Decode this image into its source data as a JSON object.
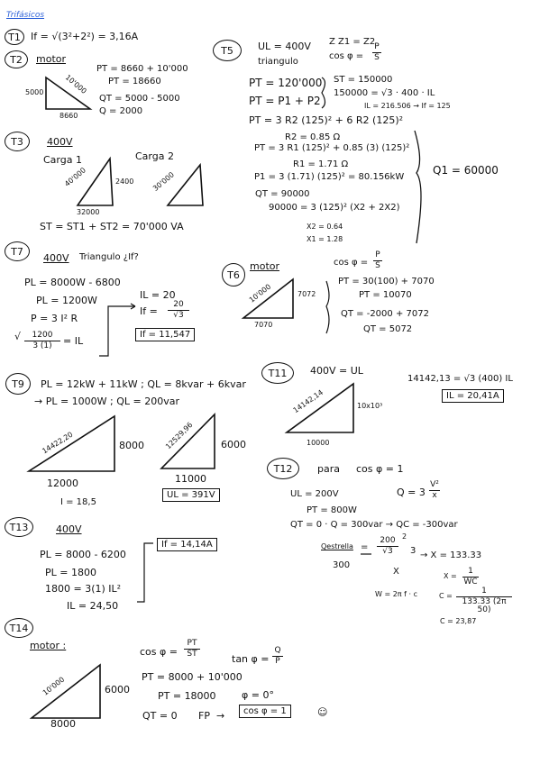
{
  "title": "Trifásicos",
  "t1": {
    "label": "T1",
    "eq": "If = √(3²+2²) = 3,16A"
  },
  "t2": {
    "label": "T2",
    "word": "motor",
    "side_left": "5000",
    "side_hyp": "10'000",
    "side_bottom": "8660",
    "l1": "PT = 8660 + 10'000",
    "l2": "PT = 18660",
    "l3": "QT = 5000 - 5000",
    "l4": "Q = 2000"
  },
  "t3": {
    "label": "T3",
    "volt": "400V",
    "carga1": "Carga 1",
    "carga2": "Carga 2",
    "c1_hyp": "40'000",
    "c1_right": "2400",
    "c1_bottom": "32000",
    "c2_hyp": "30'000",
    "sum": "ST = ST1 + ST2 = 70'000 VA"
  },
  "t7": {
    "label": "T7",
    "volt": "400V",
    "question": "Triangulo ¿If?",
    "l1": "PL = 8000W - 6800",
    "l2": "PL = 1200W",
    "l3": "P = 3 I² R",
    "sqrt_num": "1200",
    "sqrt_den": "3 (1)",
    "sqrt_rhs": "= IL",
    "r1": "IL = 20",
    "r2_lhs": "If =",
    "r2_num": "20",
    "r2_den": "√3",
    "result": "If = 11,547"
  },
  "t9": {
    "label": "T9",
    "l1": "PL = 12kW + 11kW ; QL = 8kvar + 6kvar",
    "l2": "→ PL = 1000W ; QL = 200var",
    "tri1_hyp": "14422,20",
    "tri1_right": "8000",
    "tri1_bottom": "12000",
    "tri1_note": "I = 18,5",
    "tri2_hyp": "12529,96",
    "tri2_right": "6000",
    "tri2_bottom": "11000",
    "result": "UL = 391V"
  },
  "t13": {
    "label": "T13",
    "volt": "400V",
    "l1": "PL = 8000 - 6200",
    "l2": "PL = 1800",
    "l3": "1800 = 3(1) IL²",
    "l4": "IL = 24,50",
    "result": "If = 14,14A"
  },
  "t14": {
    "label": "T14",
    "word": "motor :",
    "tri_hyp": "10'000",
    "tri_right": "6000",
    "tri_bottom": "8000",
    "cos_lhs": "cos φ =",
    "cos_num": "PT",
    "cos_den": "ST",
    "tan_lhs": "tan φ =",
    "tan_num": "Q",
    "tan_den": "P",
    "l1": "PT = 8000 + 10'000",
    "l2": "PT = 18000",
    "phi": "φ = 0°",
    "qt": "QT = 0",
    "fp": "FP",
    "result": "cos φ = 1",
    "smile": "☺"
  },
  "t5": {
    "label": "T5",
    "ul": "UL = 400V",
    "tri": "triangulo",
    "z": "Z Z1 = Z2",
    "cos_lhs": "cos φ =",
    "cos_num": "P",
    "cos_den": "S",
    "l1": "PT = 120'000",
    "l2": "PT = P1 + P2",
    "l3": "PT = 3 R2 (125)² + 6 R2 (125)²",
    "l4": "R2 = 0.85 Ω",
    "r1": "ST = 150000",
    "r2": "150000 = √3 · 400 · IL",
    "r3": "IL = 216.506 → If = 125",
    "l5": "PT = 3 R1 (125)² + 0.85 (3) (125)²",
    "l6": "R1 = 1.71 Ω",
    "l7": "P1 = 3 (1.71) (125)² = 80.156kW",
    "l8": "QT = 90000",
    "l9": "90000 = 3 (125)² (X2 + 2X2)",
    "l10": "X2 = 0.64",
    "l11": "X1 = 1.28",
    "q1": "Q1 = 60000"
  },
  "t6": {
    "label": "T6",
    "word": "motor",
    "tri_hyp": "10'000",
    "tri_right": "7072",
    "tri_bottom": "7070",
    "cos_lhs": "cos φ =",
    "cos_num": "P",
    "cos_den": "S",
    "l1": "PT = 30(100) + 7070",
    "l2": "PT = 10070",
    "l3": "QT = -2000 + 7072",
    "l4": "QT = 5072"
  },
  "t11": {
    "label": "T11",
    "eq": "400V = UL",
    "rhs": "14142,13 = √3 (400) IL",
    "tri_hyp": "14142,14",
    "tri_right": "10x10³",
    "tri_bottom": "10000",
    "result": "IL = 20,41A"
  },
  "t12": {
    "label": "T12",
    "para": "para",
    "cos": "cos φ = 1",
    "ul": "UL = 200V",
    "q": "Q = 3",
    "q_num": "V²",
    "q_den": "x",
    "pt": "PT = 800W",
    "qt": "QT = 0 · Q = 300var → QC = -300var",
    "qest_lhs": "Qestrella",
    "qest_num_top": "200",
    "qest_num_bot": "√3",
    "qest_exp": "2",
    "qest_mult": "3",
    "qest_den_left": "300",
    "qest_den_right": "X",
    "x_res": "→ X = 133.33",
    "xc_lhs": "X =",
    "xc_num": "1",
    "xc_den": "WC",
    "w": "W = 2π f · c",
    "c_lhs": "C =",
    "c_num": "1",
    "c_den": "133.33 (2π 50)",
    "c_res": "C = 23,87"
  }
}
